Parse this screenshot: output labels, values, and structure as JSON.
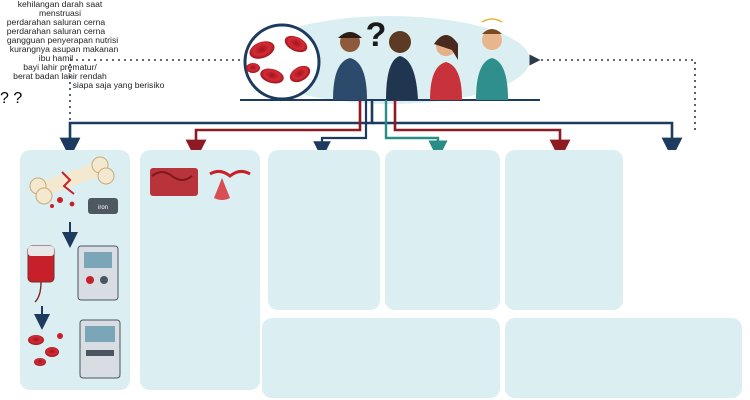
{
  "colors": {
    "blood": "#c8202a",
    "navy": "#1c3b5e",
    "teal": "#2a8c86",
    "panel": "#dbeef2",
    "background": "#ffffff",
    "wood": "#b07a45"
  },
  "header": {
    "question_mark": "?"
  },
  "labels": {
    "menstruation": "kehilangan darah saat\nmenstruasi",
    "gi_bleeding_top": "perdarahan saluran cerna",
    "gi_bleeding_bottom": "perdarahan saluran cerna",
    "absorption": "gangguan penyerapan nutrisi",
    "intake": "kurangnya asupan makanan",
    "pregnant": "ibu hamil",
    "premature": "bayi lahir prematur/\nberat badan lahir rendah",
    "at_risk": "siapa saja yang berisiko"
  },
  "icons": {
    "bone_tag": "iron",
    "pill_bottle_tag": "iron",
    "calendar_question": "?",
    "blood_bag_question": "?"
  }
}
